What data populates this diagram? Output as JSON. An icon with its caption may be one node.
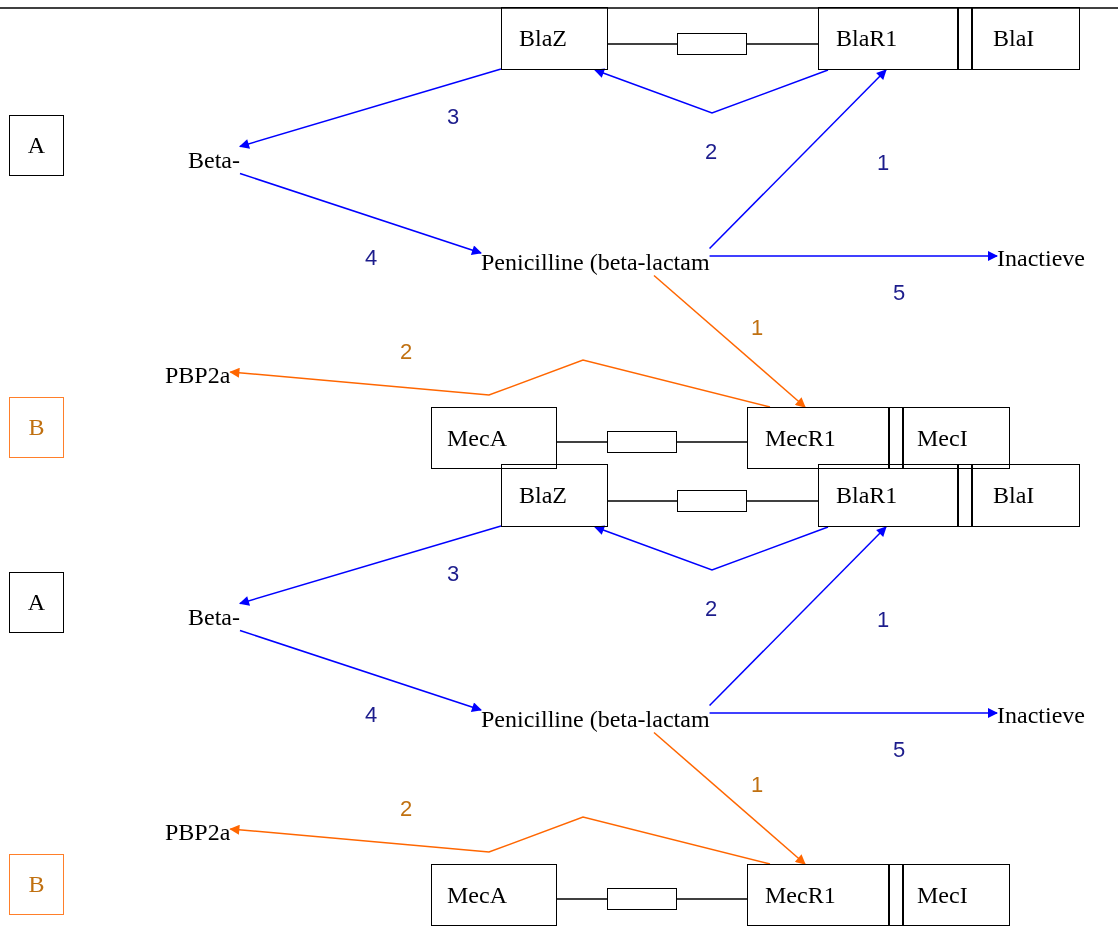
{
  "diagram": {
    "nodes": [
      {
        "text": [
          "BlaZ"
        ]
      },
      {
        "text": [],
        "shape": "box"
      },
      {
        "text": [
          "BlaR1"
        ]
      },
      {
        "text": [
          "BlaI"
        ]
      },
      {
        "text": [
          "A"
        ]
      },
      {
        "text": [
          "Beta-"
        ]
      },
      {
        "text": [
          "Penicilline (beta-lactam"
        ]
      },
      {
        "text": [
          "Inactieve"
        ]
      },
      {
        "text": [
          "PBP2a"
        ]
      },
      {
        "text": [
          "B"
        ]
      },
      {
        "text": [
          "MecA"
        ]
      },
      {
        "text": [],
        "shape": "box"
      },
      {
        "text": [
          "MecR1"
        ]
      },
      {
        "text": [
          "MecI"
        ]
      },
      {
        "text": [
          "BlaZ"
        ]
      },
      {
        "text": [],
        "shape": "box"
      },
      {
        "text": [
          "BlaR1"
        ]
      },
      {
        "text": [
          "BlaI"
        ]
      },
      {
        "text": [
          "A"
        ]
      },
      {
        "text": [
          "Beta-"
        ]
      },
      {
        "text": [
          "Penicilline (beta-lactam"
        ]
      },
      {
        "text": [
          "Inactieve"
        ]
      },
      {
        "text": [
          "PBP2a"
        ]
      },
      {
        "text": [
          "B"
        ]
      },
      {
        "text": [
          "MecA"
        ]
      },
      {
        "text": [],
        "shape": "box"
      },
      {
        "text": [
          "MecR1"
        ]
      },
      {
        "text": [
          "MecI"
        ]
      }
    ],
    "edges": [
      {
        "from": 0,
        "to": 1,
        "arrow": "none",
        "color": "#000000"
      },
      {
        "from": 1,
        "to": 2,
        "arrow": "none",
        "color": "#000000"
      },
      {
        "from": 0,
        "to": 5,
        "arrow": "to",
        "label": "3"
      },
      {
        "from": 2,
        "to": 0,
        "arrow": "to",
        "label": "2"
      },
      {
        "from": 6,
        "to": 2,
        "arrow": "to",
        "label": "1"
      },
      {
        "from": 5,
        "to": 6,
        "arrow": "to",
        "label": "4"
      },
      {
        "from": 6,
        "to": 7,
        "arrow": "to",
        "label": "5"
      },
      {
        "from": 6,
        "to": 12,
        "arrow": "to",
        "label": "1",
        "color": "#ff6600"
      },
      {
        "from": 12,
        "to": 8,
        "arrow": "to",
        "label": "2",
        "color": "#ff6600"
      },
      {
        "from": 10,
        "to": 11,
        "arrow": "none",
        "color": "#000000"
      },
      {
        "from": 11,
        "to": 12,
        "arrow": "none",
        "color": "#000000"
      },
      {
        "from": 14,
        "to": 15,
        "arrow": "none",
        "color": "#000000"
      },
      {
        "from": 15,
        "to": 16,
        "arrow": "none",
        "color": "#000000"
      },
      {
        "from": 14,
        "to": 19,
        "arrow": "to",
        "label": "3"
      },
      {
        "from": 16,
        "to": 14,
        "arrow": "to",
        "label": "2"
      },
      {
        "from": 20,
        "to": 16,
        "arrow": "to",
        "label": "1"
      },
      {
        "from": 19,
        "to": 20,
        "arrow": "to",
        "label": "4"
      },
      {
        "from": 20,
        "to": 21,
        "arrow": "to",
        "label": "5"
      },
      {
        "from": 20,
        "to": 26,
        "arrow": "to",
        "label": "1",
        "color": "#ff6600"
      },
      {
        "from": 26,
        "to": 22,
        "arrow": "to",
        "label": "2",
        "color": "#ff6600"
      },
      {
        "from": 24,
        "to": 25,
        "arrow": "none",
        "color": "#000000"
      },
      {
        "from": 25,
        "to": 26,
        "arrow": "none",
        "color": "#000000"
      }
    ]
  }
}
